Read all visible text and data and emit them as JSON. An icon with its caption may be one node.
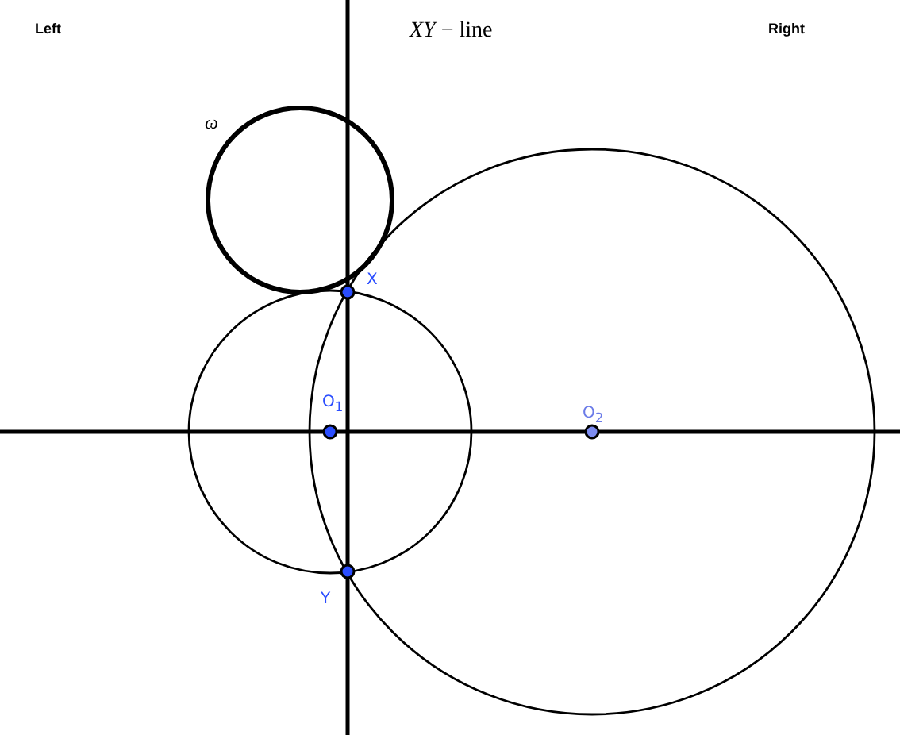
{
  "diagram": {
    "labels": [
      "Left",
      "*XY* − line",
      "Right",
      "ω",
      "X",
      "O$_{1}$",
      "O$_{2}$",
      "Y"
    ]
  }
}
